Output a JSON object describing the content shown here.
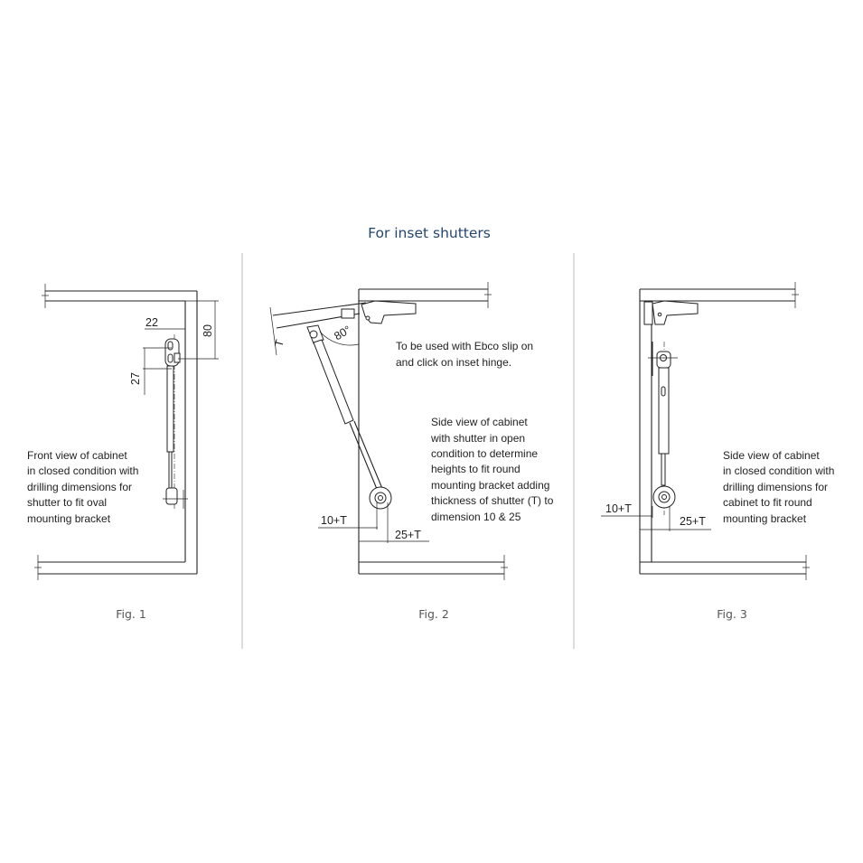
{
  "title": "For inset shutters",
  "accent_color": "#24466f",
  "figures": [
    {
      "label": "Fig. 1",
      "dimensions": [
        "22",
        "80",
        "27"
      ],
      "note": [
        "Front view of cabinet",
        "in closed condition with",
        "drilling dimensions for",
        "shutter to fit oval",
        "mounting bracket"
      ]
    },
    {
      "label": "Fig. 2",
      "dimensions": [
        "T",
        "80°",
        "10+T",
        "25+T"
      ],
      "hinge_note": [
        "To be used with Ebco slip on",
        "and click on inset hinge."
      ],
      "note": [
        "Side view of cabinet",
        "with shutter in open",
        "condition to determine",
        "heights to fit round",
        "mounting bracket adding",
        "thickness of shutter (T) to",
        "dimension 10 & 25"
      ]
    },
    {
      "label": "Fig. 3",
      "dimensions": [
        "10+T",
        "25+T"
      ],
      "note": [
        "Side view of cabinet",
        "in closed condition with",
        "drilling dimensions for",
        "cabinet to fit round",
        "mounting bracket"
      ]
    }
  ]
}
